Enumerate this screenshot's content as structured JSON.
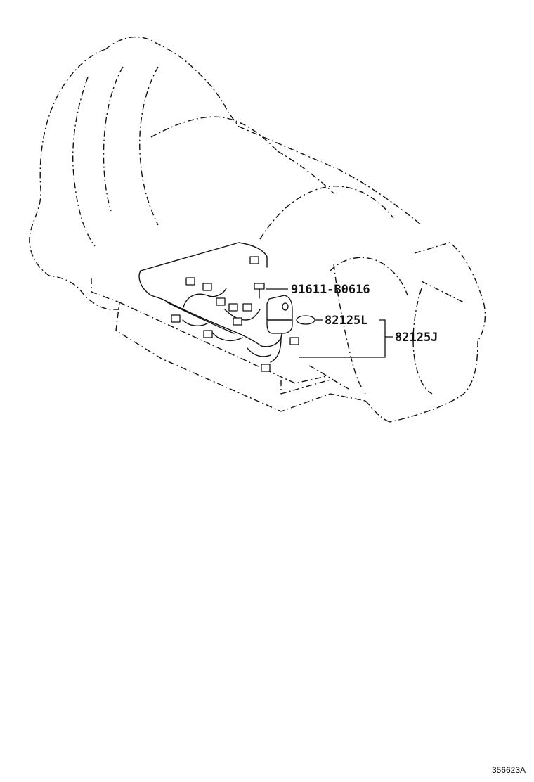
{
  "callouts": {
    "bolt": "91611-B0616",
    "gasket": "82125L",
    "harness": "82125J"
  },
  "diagram_ref": "356623A"
}
